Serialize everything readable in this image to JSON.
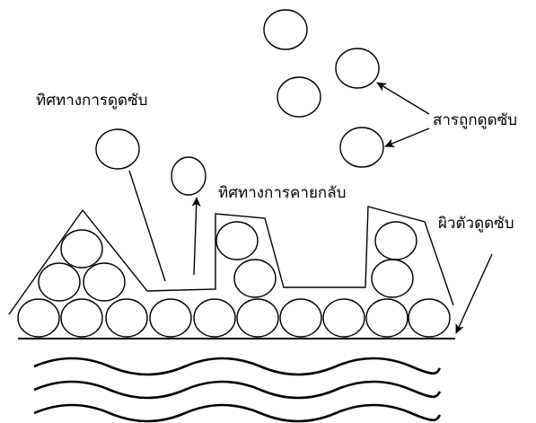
{
  "labels": {
    "adsorption_direction": "ทิศทางการดูดซับ",
    "adsorbate": "สารถูกดูดซับ",
    "desorption_direction": "ทิศทางการคายกลับ",
    "adsorbent_surface": "ผิวตัวดูดซับ"
  },
  "colors": {
    "line": "#000000",
    "background": "#ffffff"
  }
}
